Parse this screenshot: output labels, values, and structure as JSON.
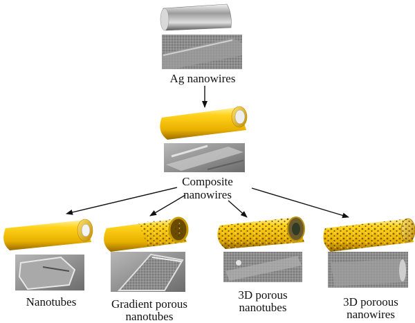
{
  "labels": {
    "ag": "Ag nanowires",
    "composite_line1": "Composite",
    "composite_line2": "nanowires",
    "nanotubes": "Nanotubes",
    "gradient_line1": "Gradient porous",
    "gradient_line2": "nanotubes",
    "porous_nt_line1": "3D porous",
    "porous_nt_line2": "nanotubes",
    "porous_nw_line1": "3D poroous",
    "porous_nw_line2": "nanowires"
  },
  "icons": [
    "silver-rod-icon",
    "gold-tube-icon",
    "porous-gold-tube-icon",
    "sem-micrograph-icon"
  ],
  "colors": {
    "gold": "#f2c200",
    "gold_dark": "#b98600",
    "silver": "#bdbdbd",
    "sem_gray": "#8a8a8a",
    "arrow": "#111111"
  }
}
